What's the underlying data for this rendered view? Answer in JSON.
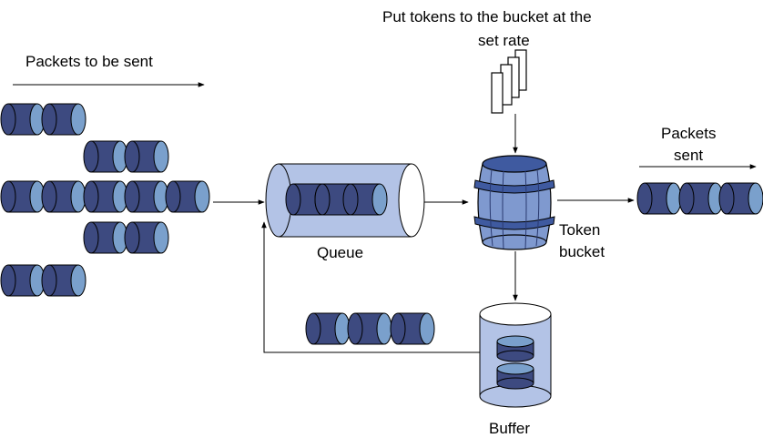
{
  "labels": {
    "packets_to_send": "Packets to be sent",
    "put_tokens_line1": "Put tokens to the bucket at the",
    "put_tokens_line2": "set rate",
    "packets_sent_line1": "Packets",
    "packets_sent_line2": "sent",
    "queue": "Queue",
    "token_bucket_line1": "Token",
    "token_bucket_line2": "bucket",
    "buffer": "Buffer"
  },
  "colors": {
    "packet_dark": "#3d4a80",
    "packet_light": "#7aa0cc",
    "container_fill": "#b3c3e6",
    "line": "#000000"
  }
}
